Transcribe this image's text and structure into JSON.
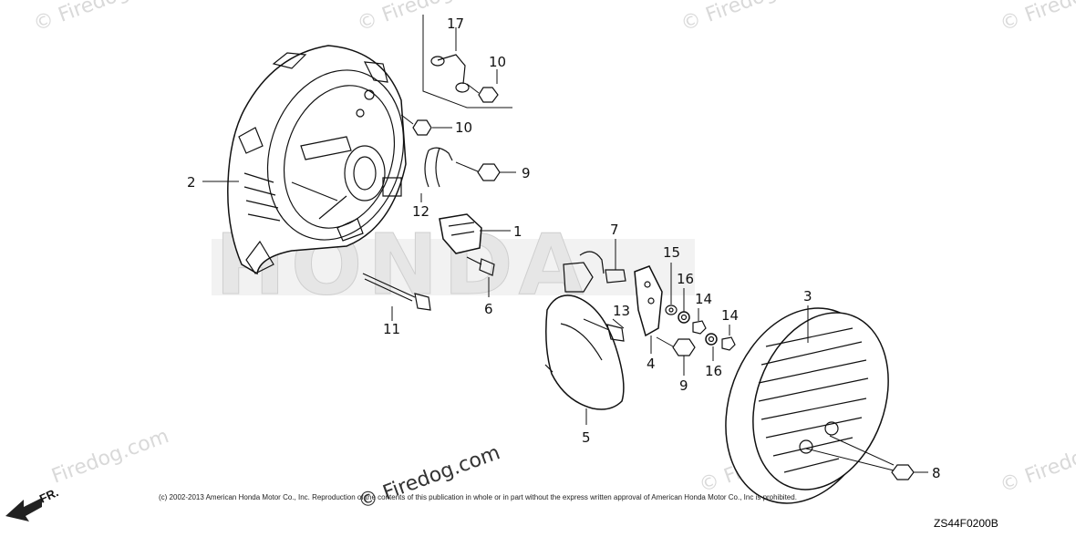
{
  "diagram": {
    "brand_watermark": "HONDA",
    "watermarks": [
      "© Firedog.com",
      "© Firedog.com",
      "© Firedog.com",
      "© Firedog.com",
      "Firedog.com",
      "© Firedog.com",
      "© Firedog.com"
    ],
    "main_watermark": "© Firedog.com",
    "copyright": "(c) 2002-2013 American Honda Motor Co., Inc. Reproduction of the contents of this publication in whole or in part without the express written approval of American Honda Motor Co., Inc is prohibited.",
    "diagram_code": "ZS44F0200B",
    "direction_label": "FR.",
    "callouts": [
      "1",
      "2",
      "3",
      "4",
      "5",
      "6",
      "7",
      "8",
      "9",
      "9",
      "10",
      "10",
      "11",
      "12",
      "13",
      "14",
      "14",
      "15",
      "16",
      "16",
      "17"
    ]
  }
}
